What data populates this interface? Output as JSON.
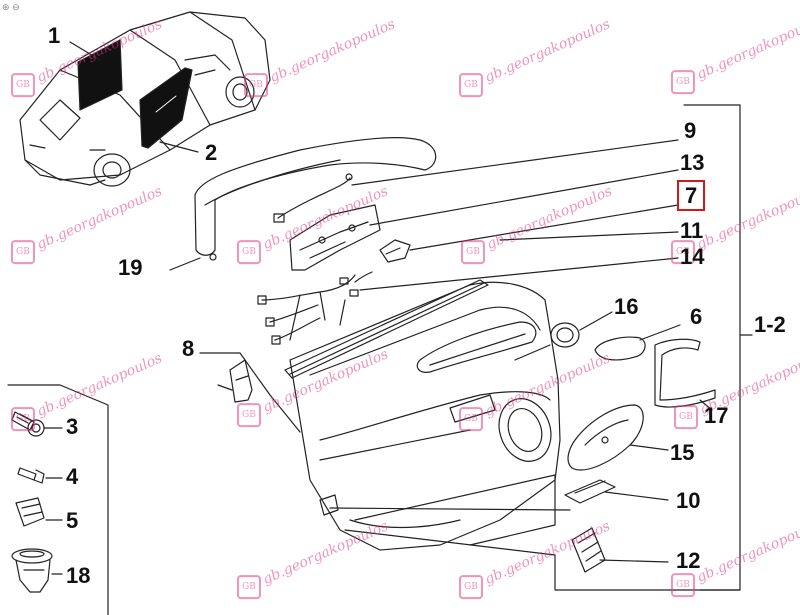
{
  "callouts": [
    {
      "id": "c1",
      "label": "1"
    },
    {
      "id": "c2",
      "label": "2"
    },
    {
      "id": "c9",
      "label": "9"
    },
    {
      "id": "c13",
      "label": "13"
    },
    {
      "id": "c7",
      "label": "7",
      "highlight_color": "#d11a1a"
    },
    {
      "id": "c11",
      "label": "11"
    },
    {
      "id": "c14",
      "label": "14"
    },
    {
      "id": "c19",
      "label": "19"
    },
    {
      "id": "c16",
      "label": "16"
    },
    {
      "id": "c6",
      "label": "6"
    },
    {
      "id": "c1-2",
      "label": "1-2"
    },
    {
      "id": "c8",
      "label": "8"
    },
    {
      "id": "c3",
      "label": "3"
    },
    {
      "id": "c4",
      "label": "4"
    },
    {
      "id": "c5",
      "label": "5"
    },
    {
      "id": "c18",
      "label": "18"
    },
    {
      "id": "c17",
      "label": "17"
    },
    {
      "id": "c15",
      "label": "15"
    },
    {
      "id": "c10",
      "label": "10"
    },
    {
      "id": "c12",
      "label": "12"
    }
  ],
  "watermark": {
    "text": "gb.georgakopoulos",
    "color": "#e33b87"
  },
  "toolbar_icons": [
    "zoom-in-icon",
    "zoom-out-icon"
  ]
}
